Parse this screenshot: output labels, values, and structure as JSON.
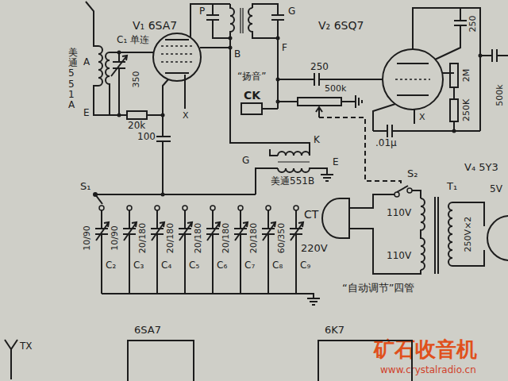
{
  "diagram": {
    "nodes": [
      {
        "text": [
          "6SA7"
        ]
      },
      {
        "text": [
          "6K7"
        ]
      }
    ],
    "labels": [
      "V₁ 6SA7",
      "C₁ 单连",
      "美通551A",
      "A",
      "E",
      "350",
      "20k",
      "X",
      "100",
      "P",
      "G",
      "B",
      "F",
      "“扬音”",
      "CK",
      "250",
      "500k",
      "V₂ 6SQ7",
      "X",
      "250",
      "2M",
      "250K",
      "500k",
      ".01μ",
      "K",
      "E",
      "G",
      "美通551B",
      "S₁",
      "S₂",
      "T₁",
      "V₄ 5Y3",
      "5V",
      "110V",
      "110V",
      "CT",
      "220V",
      "250V×2",
      "10/90",
      "10/90",
      "20/180",
      "20/180",
      "20/180",
      "20/180",
      "20/180",
      "60/350",
      "C₂",
      "C₃",
      "C₄",
      "C₅",
      "C₆",
      "C₇",
      "C₈",
      "C₉",
      "“自动调节”四管",
      "TX",
      "矿石收音机",
      "www.crystalradio.cn"
    ]
  }
}
